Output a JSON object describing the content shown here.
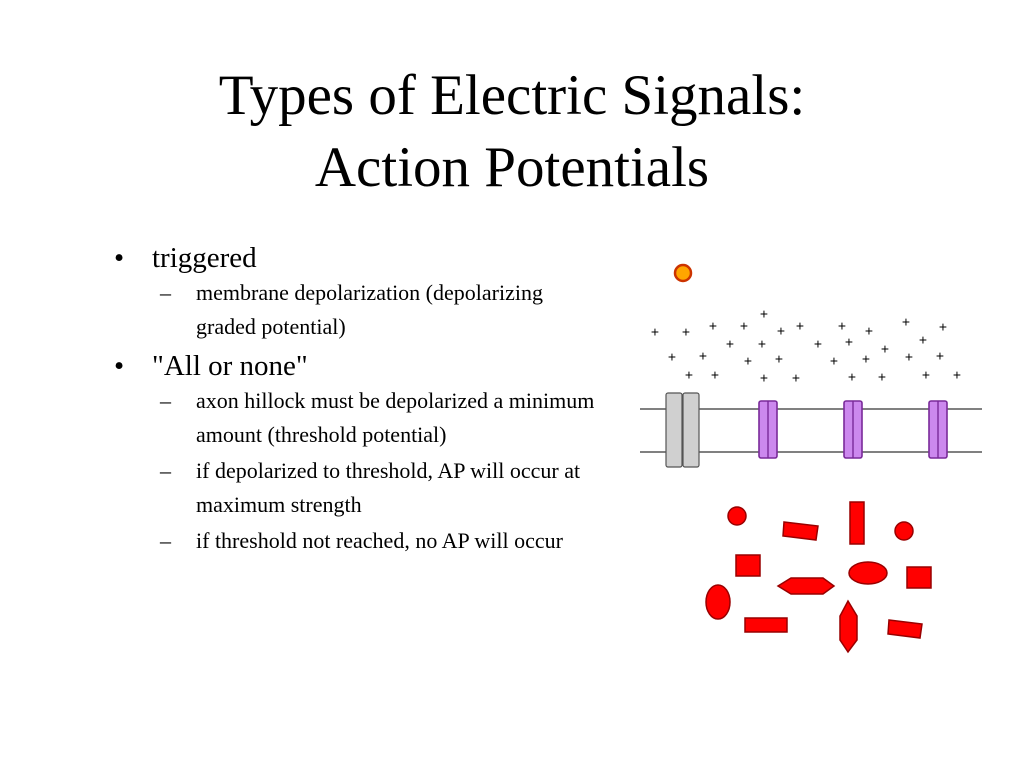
{
  "title": {
    "line1": "Types of Electric Signals:",
    "line2": "Action Potentials"
  },
  "bullets": [
    {
      "marker": "•",
      "text": "triggered",
      "subs": [
        {
          "marker": "–",
          "text": "membrane depolarization (depolarizing graded potential)"
        }
      ]
    },
    {
      "marker": "•",
      "text": "\"All or none\"",
      "subs": [
        {
          "marker": "–",
          "text": "axon hillock must be depolarized a minimum amount (threshold potential)"
        },
        {
          "marker": "–",
          "text": "if depolarized to threshold, AP will occur at maximum strength"
        },
        {
          "marker": "–",
          "text": "if threshold not reached, no AP will occur"
        }
      ]
    }
  ],
  "diagram": {
    "charge_symbol": "+",
    "colors": {
      "ion": "#ff0000",
      "ion_stroke": "#990000",
      "gate_particle": "#ffa500",
      "gate_particle_stroke": "#cc3300",
      "closed_channel": "#d0d0d0",
      "open_channel": "#cc88ee",
      "open_channel_stroke": "#7a2a9a",
      "membrane_line": "#000000"
    }
  }
}
